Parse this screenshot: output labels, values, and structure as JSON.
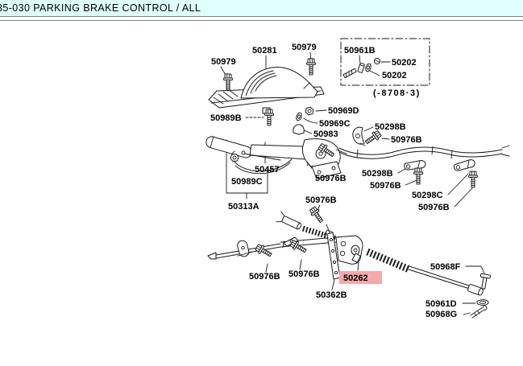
{
  "header": {
    "title": "35-030  PARKING BRAKE CONTROL / ALL",
    "background_color": "#e0ffff"
  },
  "diagram": {
    "highlight_color": "#f5a9a9",
    "highlighted_part": "50262",
    "applicability_note": "(-8708·3)",
    "labels": [
      {
        "part": "50979"
      },
      {
        "part": "50281"
      },
      {
        "part": "50979"
      },
      {
        "part": "50961B"
      },
      {
        "part": "50202"
      },
      {
        "part": "50202"
      },
      {
        "part": "50969D"
      },
      {
        "part": "50989B"
      },
      {
        "part": "50969C"
      },
      {
        "part": "50298B"
      },
      {
        "part": "50983"
      },
      {
        "part": "50976B"
      },
      {
        "part": "50457"
      },
      {
        "part": "50298B"
      },
      {
        "part": "50989C"
      },
      {
        "part": "50976B"
      },
      {
        "part": "50976B"
      },
      {
        "part": "50298C"
      },
      {
        "part": "50313A"
      },
      {
        "part": "50976B"
      },
      {
        "part": "50976B"
      },
      {
        "part": "50976B"
      },
      {
        "part": "50976B"
      },
      {
        "part": "50262"
      },
      {
        "part": "50362B"
      },
      {
        "part": "50968F"
      },
      {
        "part": "50961D"
      },
      {
        "part": "50968G"
      }
    ]
  }
}
